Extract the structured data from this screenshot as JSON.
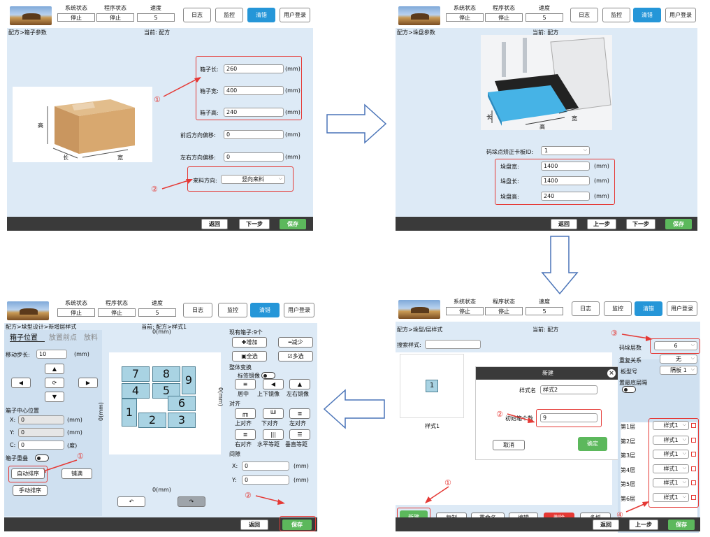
{
  "header": {
    "labels": {
      "sys": "系统状态",
      "prog": "程序状态",
      "speed": "速度"
    },
    "values": {
      "sys": "停止",
      "prog": "停止",
      "speed": "5"
    },
    "buttons": {
      "log": "日志",
      "monitor": "监控",
      "palletize": "清错",
      "login": "用户登录"
    }
  },
  "footer": {
    "back": "返回",
    "next": "下一步",
    "prev": "上一步",
    "save": "保存"
  },
  "p1": {
    "breadcrumb": "配方>箱子参数",
    "current": "当前: 配方",
    "box_labels": {
      "h": "高",
      "l": "长",
      "w": "宽"
    },
    "fields": [
      {
        "label": "箱子长:",
        "value": "260",
        "unit": "(mm)"
      },
      {
        "label": "箱子宽:",
        "value": "400",
        "unit": "(mm)"
      },
      {
        "label": "箱子高:",
        "value": "240",
        "unit": "(mm)"
      },
      {
        "label": "前后方向偏移:",
        "value": "0",
        "unit": "(mm)"
      },
      {
        "label": "左右方向偏移:",
        "value": "0",
        "unit": "(mm)"
      }
    ],
    "dir_label": "来料方向:",
    "dir_value": "竖向来料",
    "marks": [
      "①",
      "②"
    ]
  },
  "p2": {
    "breadcrumb": "配方>垛盘参数",
    "current": "当前: 配方",
    "pallet_labels": {
      "l": "长",
      "w": "宽",
      "h": "高"
    },
    "id_label": "码垛点矫正卡板ID:",
    "id_value": "1",
    "fields": [
      {
        "label": "垛盘宽:",
        "value": "1400",
        "unit": "(mm)"
      },
      {
        "label": "垛盘长:",
        "value": "1400",
        "unit": "(mm)"
      },
      {
        "label": "垛盘高:",
        "value": "240",
        "unit": "(mm)"
      }
    ]
  },
  "p3": {
    "breadcrumb": "配方>垛型/层样式",
    "current": "当前: 配方",
    "search_label": "搜索样式:",
    "thumb_num": "1",
    "thumb_label": "样式1",
    "dialog": {
      "title": "新建",
      "name_label": "样式名",
      "name_value": "样式2",
      "count_label": "初始箱个数",
      "count_value": "9",
      "cancel": "取消",
      "ok": "确定"
    },
    "buttons": {
      "new": "新建",
      "copy": "复制",
      "rename": "重命名",
      "edit": "编辑",
      "delete": "删除",
      "multi": "多抓"
    },
    "right": {
      "layers_label": "码垛层数",
      "layers_value": "6",
      "repeat_label": "重复关系",
      "repeat_value": "无",
      "board_label": "板型号",
      "board_value": "隔板 1",
      "bottom_label": "置最底层隔",
      "layers": [
        {
          "label": "第1层",
          "value": "样式1"
        },
        {
          "label": "第2层",
          "value": "样式1"
        },
        {
          "label": "第3层",
          "value": "样式1"
        },
        {
          "label": "第4层",
          "value": "样式1"
        },
        {
          "label": "第5层",
          "value": "样式1"
        },
        {
          "label": "第6层",
          "value": "样式1"
        }
      ]
    },
    "marks": [
      "①",
      "②",
      "③",
      "④"
    ]
  },
  "p4": {
    "breadcrumb": "配方>垛型设计>新增层样式",
    "current": "当前: 配方>样式1",
    "tabs": [
      "箱子位置",
      "放置前点",
      "放料"
    ],
    "step_label": "移动步长:",
    "step_value": "10",
    "step_unit": "(mm)",
    "center_label": "箱子中心位置",
    "coords": [
      {
        "label": "X:",
        "value": "0",
        "unit": "(mm)"
      },
      {
        "label": "Y:",
        "value": "0",
        "unit": "(mm)"
      },
      {
        "label": "C:",
        "value": "0",
        "unit": "(度)"
      }
    ],
    "overlap_label": "箱子重叠",
    "buttons": {
      "auto": "自动排序",
      "fill": "铺满",
      "manual": "手动排序"
    },
    "axis": {
      "top": "0(mm)",
      "left": "0(mm)",
      "right": "0(mm)",
      "bottom": "0(mm)"
    },
    "cells": [
      "7",
      "8",
      "9",
      "4",
      "5",
      "6",
      "1",
      "2",
      "3"
    ],
    "existing_label": "现有箱子:9个",
    "add": "增加",
    "reduce": "减少",
    "select_all": "全选",
    "multi_select": "多选",
    "transform_label": "整体变换",
    "mirror_label": "标签镜像",
    "t_center": "居中",
    "t_flipv": "上下镜像",
    "t_fliph": "左右镜像",
    "align_label": "对齐",
    "a_top": "上对齐",
    "a_bottom": "下对齐",
    "a_left": "左对齐",
    "a_right": "右对齐",
    "a_heq": "水平等距",
    "a_veq": "垂直等距",
    "gap_label": "间隙",
    "gap": [
      {
        "label": "X:",
        "value": "0",
        "unit": "(mm)"
      },
      {
        "label": "Y:",
        "value": "0",
        "unit": "(mm)"
      }
    ],
    "marks": [
      "①",
      "②"
    ]
  },
  "colors": {
    "accent": "#2596d8",
    "green": "#5cb85c",
    "red": "#e53935",
    "panel_bg": "#ddeaf6",
    "footer": "#3a3a3a"
  }
}
